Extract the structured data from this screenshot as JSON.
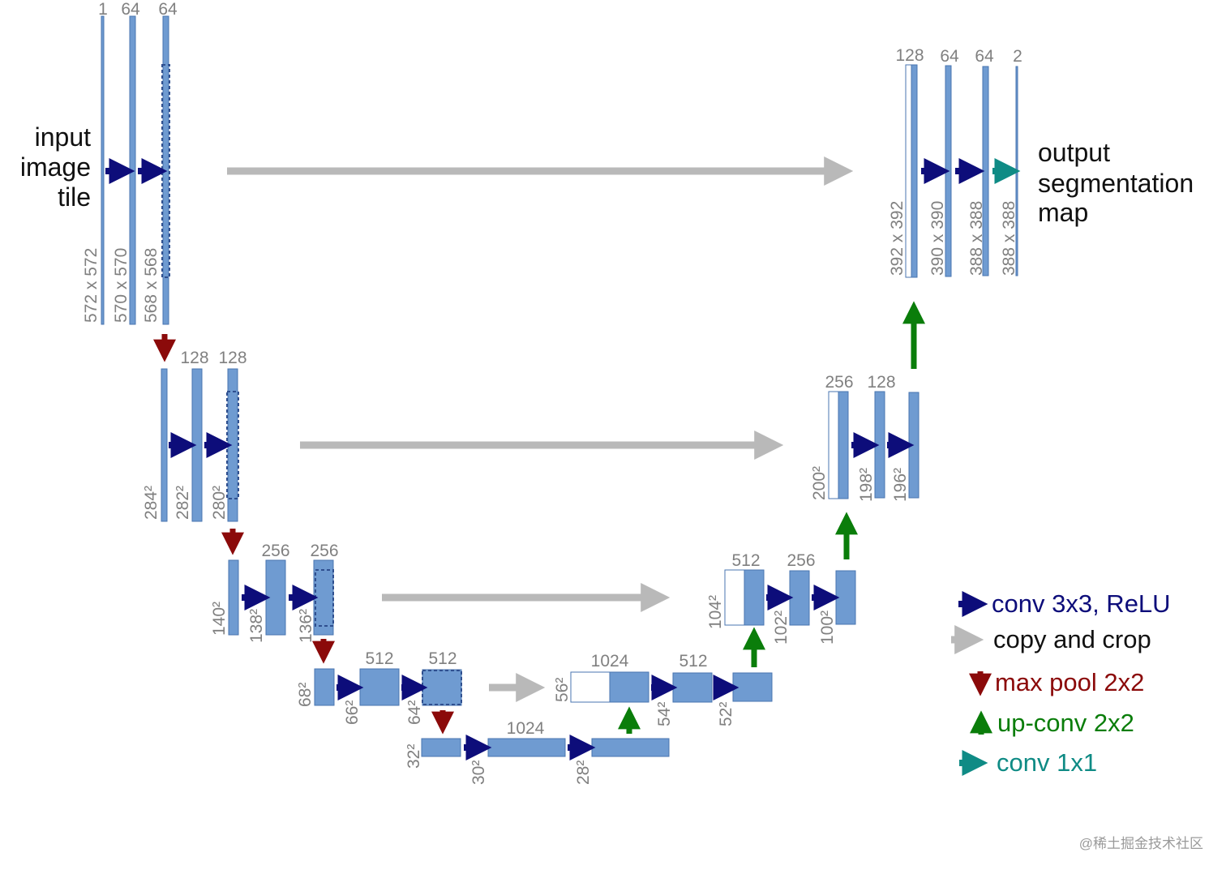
{
  "colors": {
    "block": "#6f9bd1",
    "block_stroke": "#4a76b0",
    "conv": "#0d0d7a",
    "copy": "#b9b9b9",
    "pool": "#8b0a0a",
    "upconv": "#0a7d0a",
    "conv1x1": "#0f8b85",
    "label": "#808080"
  },
  "input_label": [
    "input",
    "image",
    "tile"
  ],
  "output_label": [
    "output",
    "segmentation",
    "map"
  ],
  "channels": {
    "l1": [
      "1",
      "64",
      "64"
    ],
    "l2": [
      "128",
      "128"
    ],
    "l3": [
      "256",
      "256"
    ],
    "l4": [
      "512",
      "512"
    ],
    "bottom": "1024",
    "u4": [
      "1024",
      "512"
    ],
    "u3": [
      "512",
      "256"
    ],
    "u2": [
      "256",
      "128"
    ],
    "u1": [
      "128",
      "64",
      "64",
      "2"
    ]
  },
  "sizes": {
    "l1": [
      "572 x 572",
      "570 x 570",
      "568 x 568"
    ],
    "l2": [
      "284²",
      "282²",
      "280²"
    ],
    "l3": [
      "140²",
      "138²",
      "136²"
    ],
    "l4": [
      "68²",
      "66²",
      "64²"
    ],
    "bottom": [
      "32²",
      "30²",
      "28²"
    ],
    "u4": [
      "56²",
      "54²",
      "52²"
    ],
    "u3": [
      "104²",
      "102²",
      "100²"
    ],
    "u2": [
      "200²",
      "198²",
      "196²"
    ],
    "u1": [
      "392 x 392",
      "390 x 390",
      "388 x 388",
      "388 x 388"
    ]
  },
  "legend": {
    "conv": "conv 3x3, ReLU",
    "copy": "copy and crop",
    "pool": "max pool 2x2",
    "upconv": "up-conv 2x2",
    "conv1x1": "conv 1x1"
  },
  "watermark": "@稀土掘金技术社区"
}
